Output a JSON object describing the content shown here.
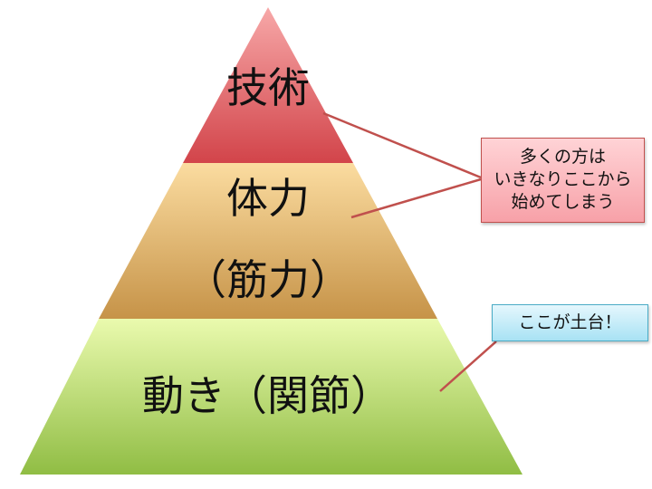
{
  "pyramid": {
    "top": {
      "label": "技術",
      "color_top": "#f4a0a0",
      "color_bottom": "#d2444a"
    },
    "middle": {
      "label_line1": "体力",
      "label_line2": "（筋力）",
      "color_top": "#fad79a",
      "color_bottom": "#c8974c"
    },
    "bottom": {
      "label": "動き（関節）",
      "color_top": "#e8f8a8",
      "color_bottom": "#94c048"
    }
  },
  "callouts": {
    "warning": {
      "line1": "多くの方は",
      "line2": "いきなりここから",
      "line3": "始めてしまう",
      "color": "#c0504d"
    },
    "foundation": {
      "text": "ここが土台！",
      "color": "#c0504d"
    }
  }
}
